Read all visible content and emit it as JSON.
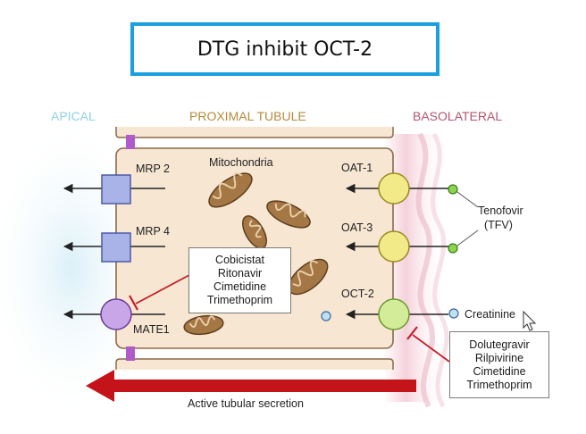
{
  "title": "DTG inhibit OCT-2",
  "regions": {
    "apical": "APICAL",
    "proximal_tubule": "PROXIMAL TUBULE",
    "basolateral": "BASOLATERAL"
  },
  "cell_label": "Mitochondria",
  "apical_transporters": [
    "MRP 2",
    "MRP 4",
    "MATE1"
  ],
  "basolateral_transporters": [
    "OAT-1",
    "OAT-3",
    "OCT-2"
  ],
  "substrates": {
    "tenofovir_line1": "Tenofovir",
    "tenofovir_line2": "(TFV)",
    "creatinine": "Creatinine"
  },
  "inhibitors_mate1": [
    "Cobicistat",
    "Ritonavir",
    "Cimetidine",
    "Trimethoprim"
  ],
  "inhibitors_oct2": [
    "Dolutegravir",
    "Rilpivirine",
    "Cimetidine",
    "Trimethoprim"
  ],
  "secretion_label": "Active tubular secretion",
  "colors": {
    "title_border": "#1aa0df",
    "apical_text": "#8fd0e6",
    "tubule_text": "#b58a3a",
    "basolateral_text": "#b5556e",
    "cell_fill": "#f6e6d2",
    "cell_border": "#8a6a4a",
    "mrp_fill": "#a9b3e8",
    "mate_fill": "#c8a6e8",
    "oat_fill": "#f2ea88",
    "oct_fill": "#d2ec9a",
    "secretion_arrow": "#c4141a",
    "inhibitor_line": "#c41e2a",
    "junction": "#b05cc8"
  }
}
